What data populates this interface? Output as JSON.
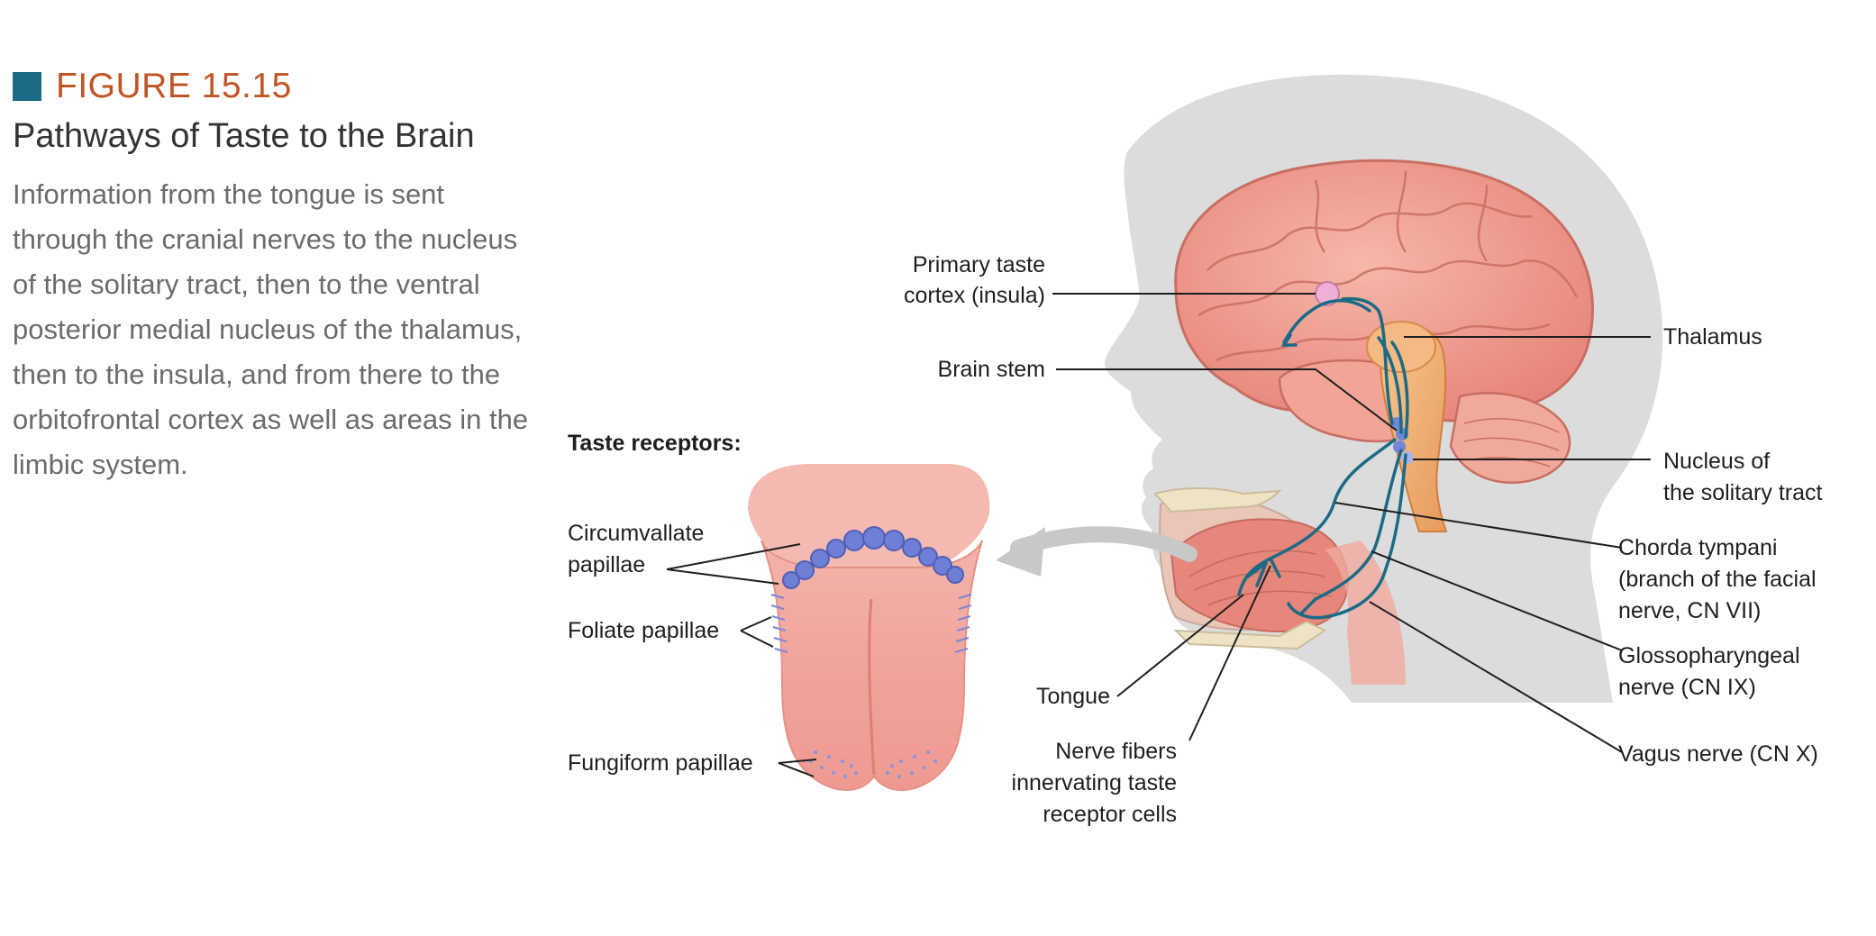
{
  "figure": {
    "number": "FIGURE 15.15",
    "title": "Pathways of Taste to the Brain",
    "body": "Information from the tongue is sent through the cranial nerves to the nucleus of the solitary tract, then to the ventral posterior medial nucleus of the thalamus, then to the insula, and from there to the orbitofrontal cortex as well as areas in the limbic system."
  },
  "tongue_diagram": {
    "heading": "Taste receptors:",
    "labels": {
      "circumvallate_1": "Circumvallate",
      "circumvallate_2": "papillae",
      "foliate": "Foliate papillae",
      "fungiform": "Fungiform papillae"
    }
  },
  "head_diagram": {
    "labels": {
      "insula_1": "Primary taste",
      "insula_2": "cortex (insula)",
      "brain_stem": "Brain stem",
      "thalamus": "Thalamus",
      "nucleus_1": "Nucleus of",
      "nucleus_2": "the solitary tract",
      "chorda_1": "Chorda tympani",
      "chorda_2": "(branch of the facial",
      "chorda_3": "nerve, CN VII)",
      "glosso_1": "Glossopharyngeal",
      "glosso_2": "nerve (CN IX)",
      "vagus": "Vagus nerve (CN X)",
      "tongue": "Tongue",
      "fibers_1": "Nerve fibers",
      "fibers_2": "innervating taste",
      "fibers_3": "receptor cells"
    }
  },
  "colors": {
    "accent_square": "#1b6b84",
    "figure_number": "#c05424",
    "nerve": "#1b6b84",
    "brain": "#f09a8c",
    "head_silhouette": "#dcdcdc",
    "tongue": "#f2a69c",
    "papillae": "#6f7fd6"
  }
}
